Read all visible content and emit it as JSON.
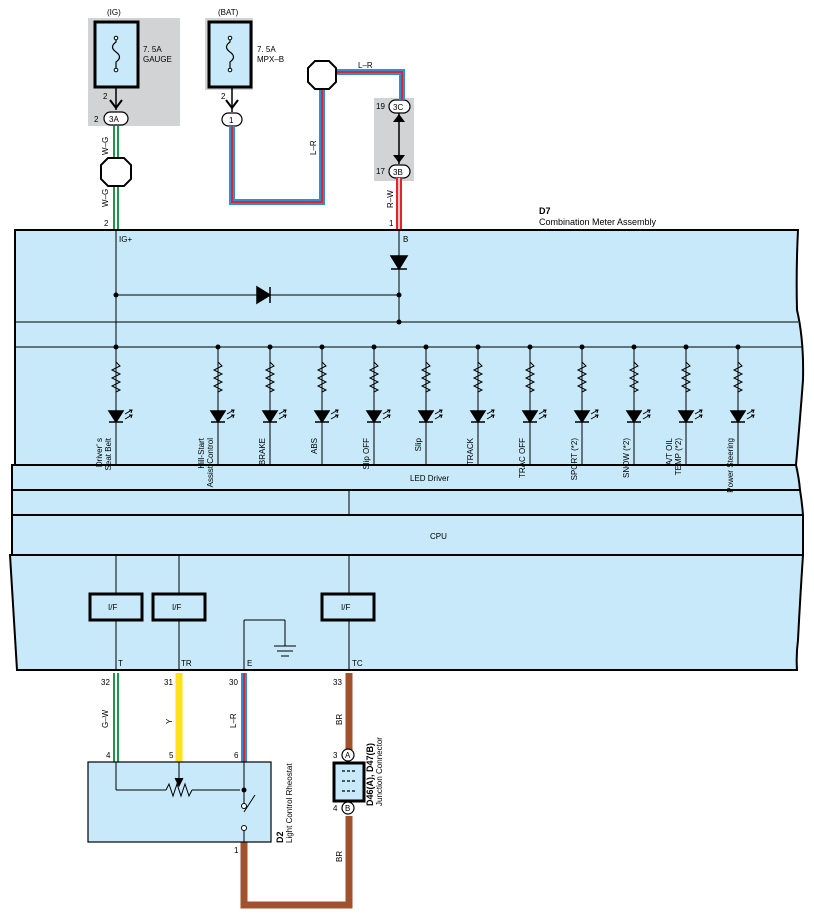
{
  "fuses": {
    "ig": {
      "header": "(IG)",
      "rating": "7. 5A",
      "name": "GAUGE",
      "pin_in": "2",
      "pin_conn": "2",
      "conn": "3A"
    },
    "bat": {
      "header": "(BAT)",
      "rating": "7. 5A",
      "name": "MPX–B",
      "pin_in": "2",
      "conn": "1"
    }
  },
  "junction_top": {
    "upper_pin": "19",
    "upper_conn": "3C",
    "lower_pin": "17",
    "lower_conn": "3B"
  },
  "wires": {
    "wg_upper": "W–G",
    "wg_lower": "W–G",
    "lr_right": "L–R",
    "lr_top": "L–R",
    "rw": "R–W",
    "gw": "G–W",
    "y": "Y",
    "lr_bottom": "L–R",
    "br_upper": "BR",
    "br_lower": "BR"
  },
  "meter": {
    "code": "D7",
    "name": "Combination Meter Assembly",
    "pin_ig_num": "2",
    "pin_ig": "IG+",
    "pin_b_num": "1",
    "pin_b": "B",
    "led_driver": "LED Driver",
    "cpu": "CPU",
    "indicators": [
      "Driver' s\nSeat Belt",
      "Hill-Start\nAssist Control",
      "BRAKE",
      "ABS",
      "Slip OFF",
      "Slip",
      "TRACK",
      "TRAC OFF",
      "SPORT (*2)",
      "SNOW (*2)",
      "A/T OIL\nTEMP (*2)",
      "Power Steering"
    ],
    "if_label": "I/F",
    "bottom_pins": [
      {
        "name": "T",
        "num": "32",
        "wire": "G–W",
        "end": "4"
      },
      {
        "name": "TR",
        "num": "31",
        "wire": "Y",
        "end": "5"
      },
      {
        "name": "E",
        "num": "30",
        "wire": "L–R",
        "end": "6"
      },
      {
        "name": "TC",
        "num": "33",
        "wire": "BR"
      }
    ]
  },
  "rheostat": {
    "code": "D2",
    "name": "Light Control Rheostat",
    "pin_ground": "1"
  },
  "junction_connector": {
    "code": "D46(A), D47(B)",
    "name": "Junction Connector",
    "pin_a_num": "3",
    "pin_a": "A",
    "pin_b_num": "4",
    "pin_b": "B"
  },
  "colors": {
    "panel": "#c7e9f9",
    "fuse_box_bg": "#d2d3d5",
    "green": "#1a9a47",
    "white": "#ffffff",
    "blue": "#2f8ed8",
    "red": "#e0262a",
    "yellow": "#ffe11a",
    "brown": "#a0522d",
    "black": "#000000"
  }
}
